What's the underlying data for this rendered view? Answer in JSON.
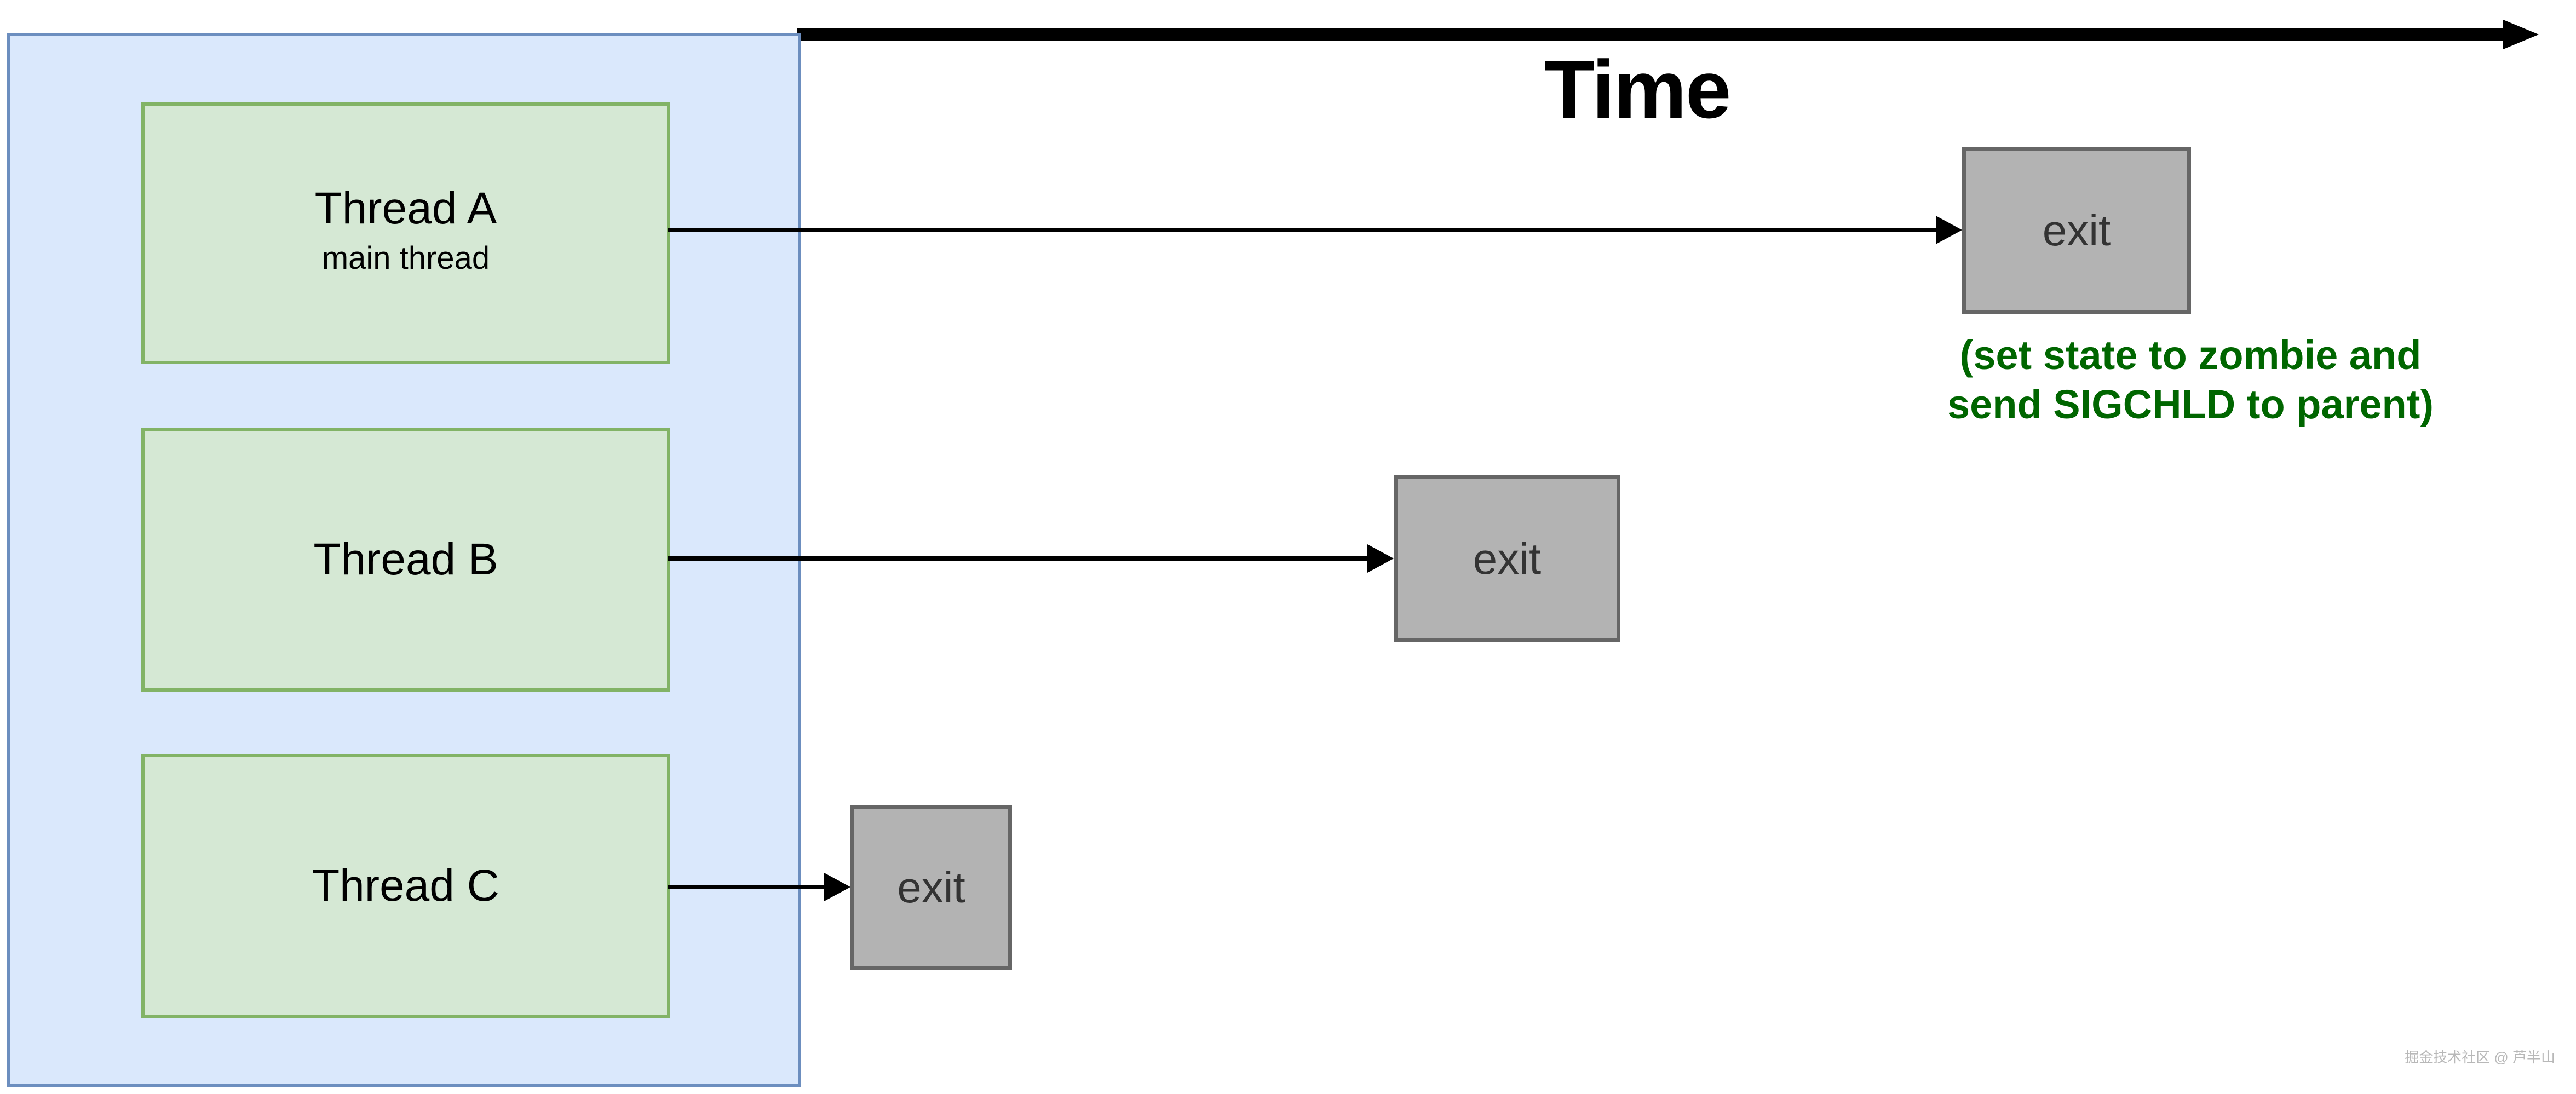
{
  "diagram": {
    "title": "Thread exit timeline",
    "colors": {
      "process_fill": "#dae8fc",
      "process_border": "#6c8ebf",
      "thread_fill": "#d5e8d4",
      "thread_border": "#82b366",
      "exit_fill": "#b3b3b3",
      "exit_border": "#666666",
      "note_text": "#006600",
      "arrow": "#000000"
    }
  },
  "time_axis": {
    "label": "Time",
    "direction": "left-to-right",
    "arrow_icon": "arrow-right-icon"
  },
  "process": {
    "threads": [
      {
        "id": "a",
        "title": "Thread A",
        "subtitle": "main thread"
      },
      {
        "id": "b",
        "title": "Thread B",
        "subtitle": ""
      },
      {
        "id": "c",
        "title": "Thread C",
        "subtitle": ""
      }
    ]
  },
  "exits": [
    {
      "id": "a",
      "label": "exit",
      "for_thread": "Thread A"
    },
    {
      "id": "b",
      "label": "exit",
      "for_thread": "Thread B"
    },
    {
      "id": "c",
      "label": "exit",
      "for_thread": "Thread C"
    }
  ],
  "note": {
    "line1": "(set state to zombie and",
    "line2": "send SIGCHLD to parent)"
  },
  "watermark": {
    "text": "掘金技术社区 @ 芦半山"
  }
}
